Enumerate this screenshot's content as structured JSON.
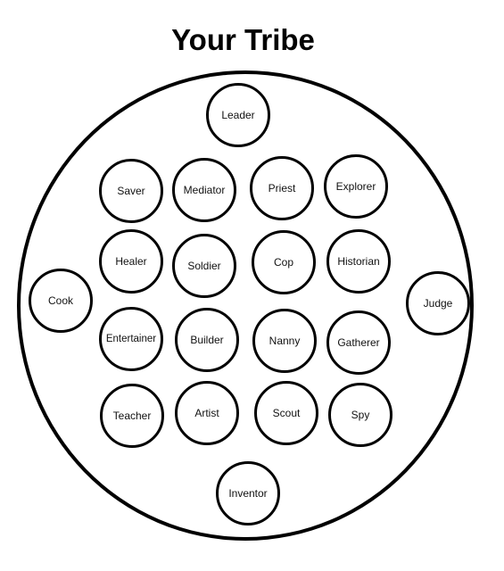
{
  "title": "Your Tribe",
  "roles": {
    "leader": "Leader",
    "saver": "Saver",
    "mediator": "Mediator",
    "priest": "Priest",
    "explorer": "Explorer",
    "healer": "Healer",
    "soldier": "Soldier",
    "cop": "Cop",
    "historian": "Historian",
    "cook": "Cook",
    "judge": "Judge",
    "entertainer": "Entertainer",
    "builder": "Builder",
    "nanny": "Nanny",
    "gatherer": "Gatherer",
    "teacher": "Teacher",
    "artist": "Artist",
    "scout": "Scout",
    "spy": "Spy",
    "inventor": "Inventor"
  }
}
